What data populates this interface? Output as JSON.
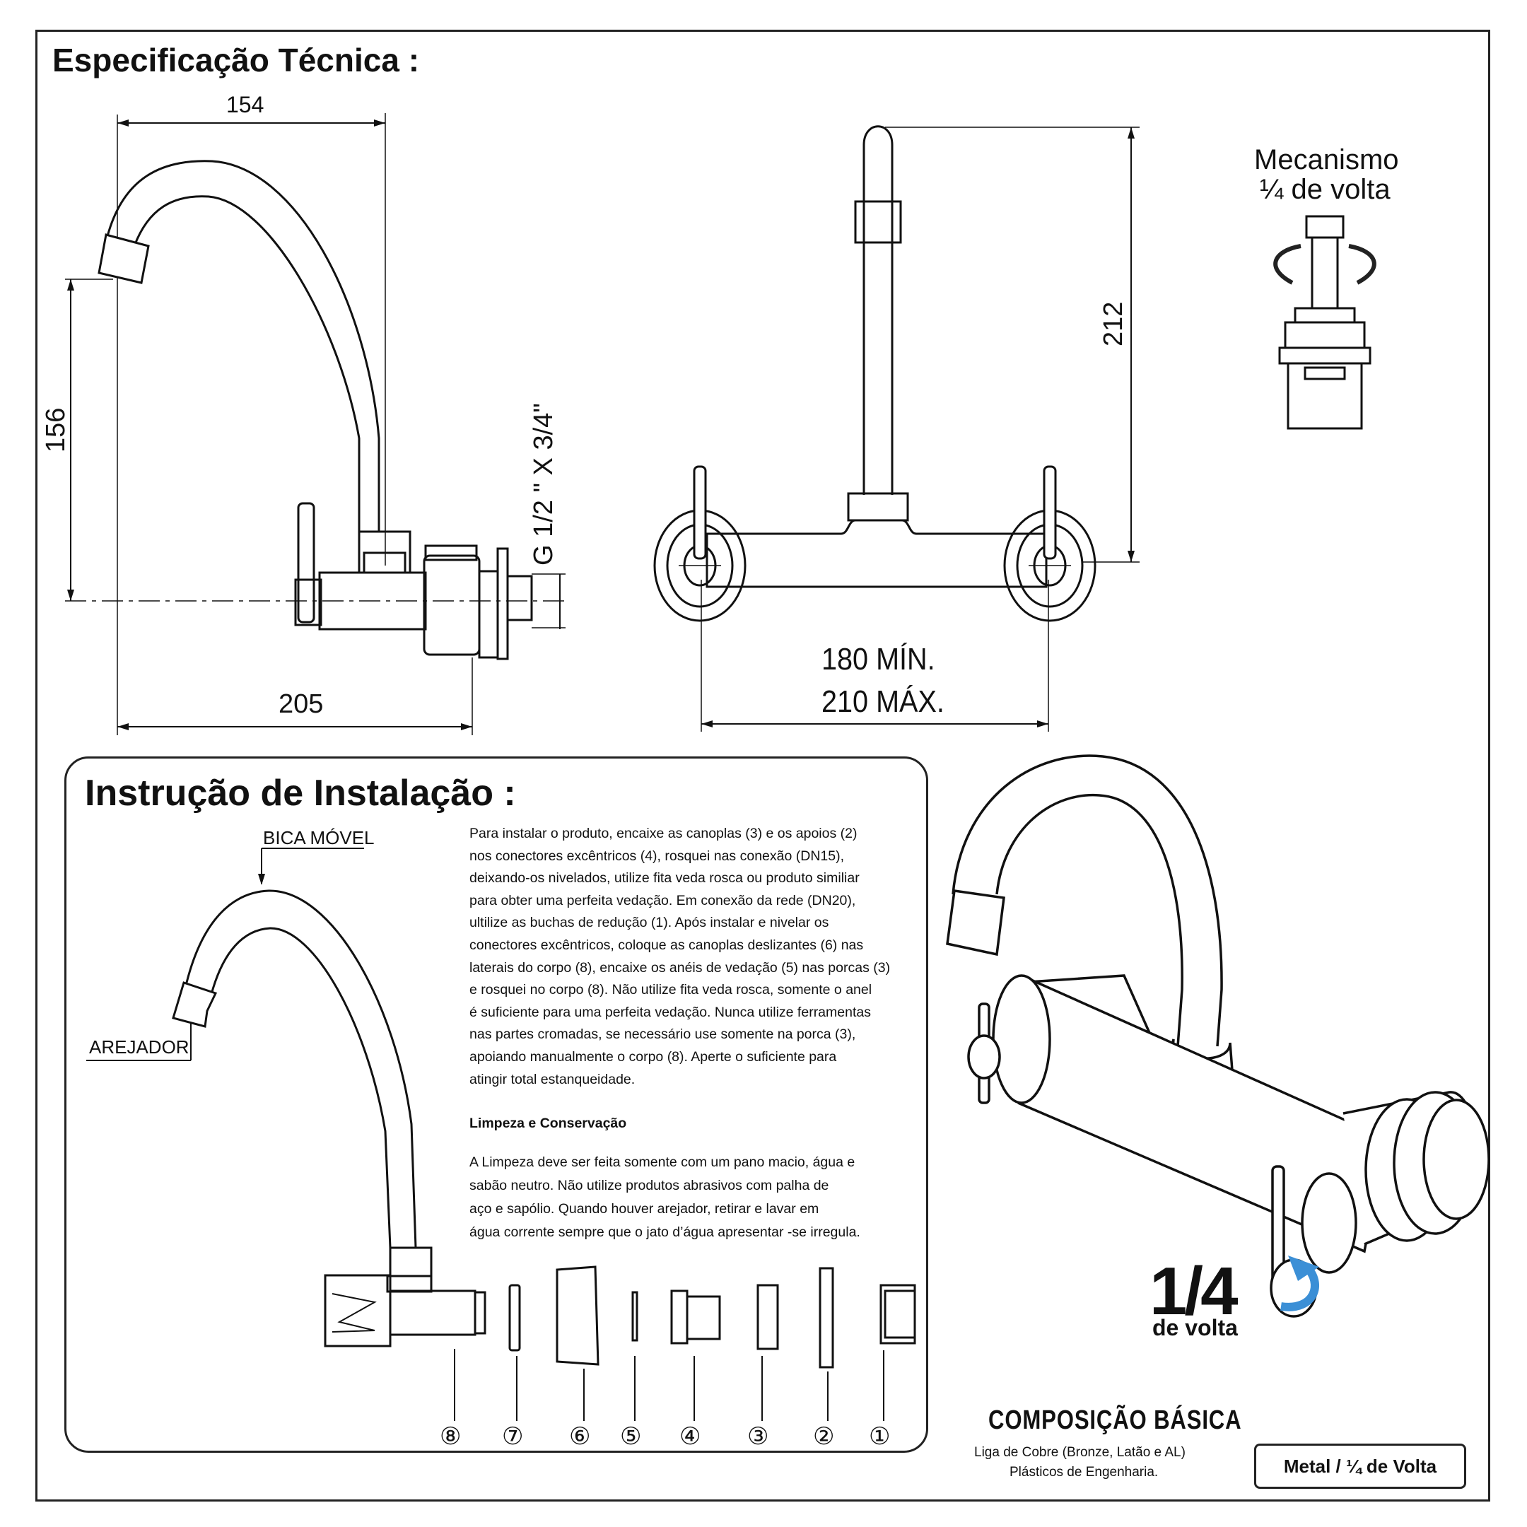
{
  "spec": {
    "title": "Especificação Técnica :",
    "dims": {
      "width_top": "154",
      "height_left": "156",
      "width_bottom": "205",
      "thread": "G 1/2 \" X 3/4\"",
      "height_front": "212",
      "span_min": "180 MÍN.",
      "span_max": "210 MÁX."
    },
    "mechanism": {
      "line1": "Mecanismo",
      "line2": "¼ de volta"
    }
  },
  "install": {
    "title": "Instrução de Instalação :",
    "callouts": {
      "spout": "BICA MÓVEL",
      "aerator": "AREJADOR"
    },
    "paragraph_lines": [
      "Para instalar o produto, encaixe as canoplas (3) e os apoios (2)",
      "nos conectores excêntricos (4), rosquei nas conexão (DN15),",
      "deixando-os nivelados, utilize fita veda rosca ou produto similiar",
      "para obter uma perfeita vedação. Em conexão da rede (DN20),",
      "ultilize as buchas de redução (1). Após instalar e nivelar os",
      "conectores excêntricos, coloque as canoplas deslizantes (6) nas",
      "laterais do corpo (8), encaixe os anéis de vedação (5) nas porcas (3)",
      "e rosquei no corpo (8). Não utilize fita veda rosca, somente o anel",
      "é suficiente para uma perfeita vedação. Nunca utilize ferramentas",
      "nas partes cromadas, se necessário use somente na porca (3),",
      "apoiando manualmente o corpo (8). Aperte o suficiente para",
      "atingir total estanqueidade."
    ],
    "cleaning_title": "Limpeza e Conservação",
    "cleaning_lines": [
      "A Limpeza deve ser feita somente com um pano macio, água e",
      "sabão neutro. Não utilize produtos abrasivos com palha de",
      "aço e sapólio. Quando houver arejador, retirar e lavar em",
      "água corrente sempre que o jato d’água apresentar -se irregula."
    ],
    "part_numbers": [
      "⑧",
      "⑦",
      "⑥",
      "⑤",
      "④",
      "③",
      "②",
      "①"
    ]
  },
  "product": {
    "quarter_turn_big": "1/4",
    "quarter_turn_small": "de volta",
    "composition_title": "COMPOSIÇÃO BÁSICA",
    "composition_line1": "Liga de Cobre (Bronze, Latão e AL)",
    "composition_line2": "Plásticos de Engenharia.",
    "badge": "Metal / ¼ de Volta",
    "arrow_color": "#3b8fd6"
  }
}
